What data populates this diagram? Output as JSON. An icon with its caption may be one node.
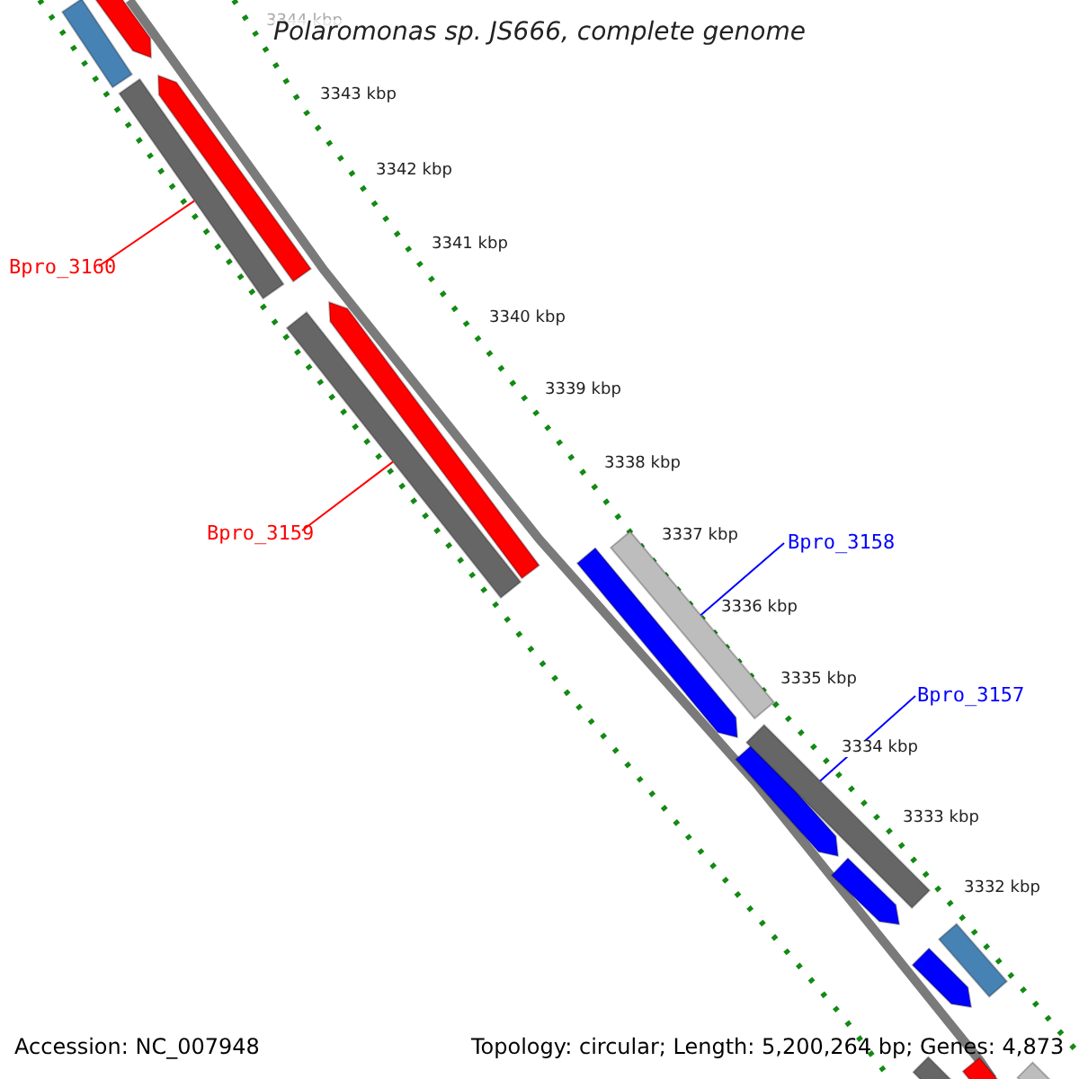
{
  "diagram": {
    "title": "Polaromonas sp. JS666, complete genome",
    "nodes": [
      {
        "text": [
          "Bpro_3160"
        ]
      },
      {
        "text": [
          "Bpro_3159"
        ]
      },
      {
        "text": [
          "Bpro_3158"
        ]
      },
      {
        "text": [
          "Bpro_3157"
        ]
      },
      {
        "text": [],
        "shape": "bar"
      },
      {
        "text": [],
        "shape": "bar"
      },
      {
        "text": [],
        "shape": "bar"
      },
      {
        "text": [],
        "shape": "bar"
      }
    ],
    "edges": [
      {
        "from": 0,
        "to": 4,
        "arrow": "none"
      },
      {
        "from": 1,
        "to": 5,
        "arrow": "none"
      },
      {
        "from": 2,
        "to": 6,
        "arrow": "none",
        "color": "#0000ff"
      },
      {
        "from": 3,
        "to": 7,
        "arrow": "none",
        "color": "#0000ff"
      }
    ],
    "labels": [
      "3344 kbp",
      "3343 kbp",
      "3342 kbp",
      "3341 kbp",
      "3340 kbp",
      "3339 kbp",
      "3338 kbp",
      "3337 kbp",
      "3336 kbp",
      "3335 kbp",
      "3334 kbp",
      "3333 kbp",
      "3332 kbp",
      "Accession: NC_007948",
      "Topology: circular; Length: 5,200,264 bp; Genes: 4,873"
    ]
  }
}
